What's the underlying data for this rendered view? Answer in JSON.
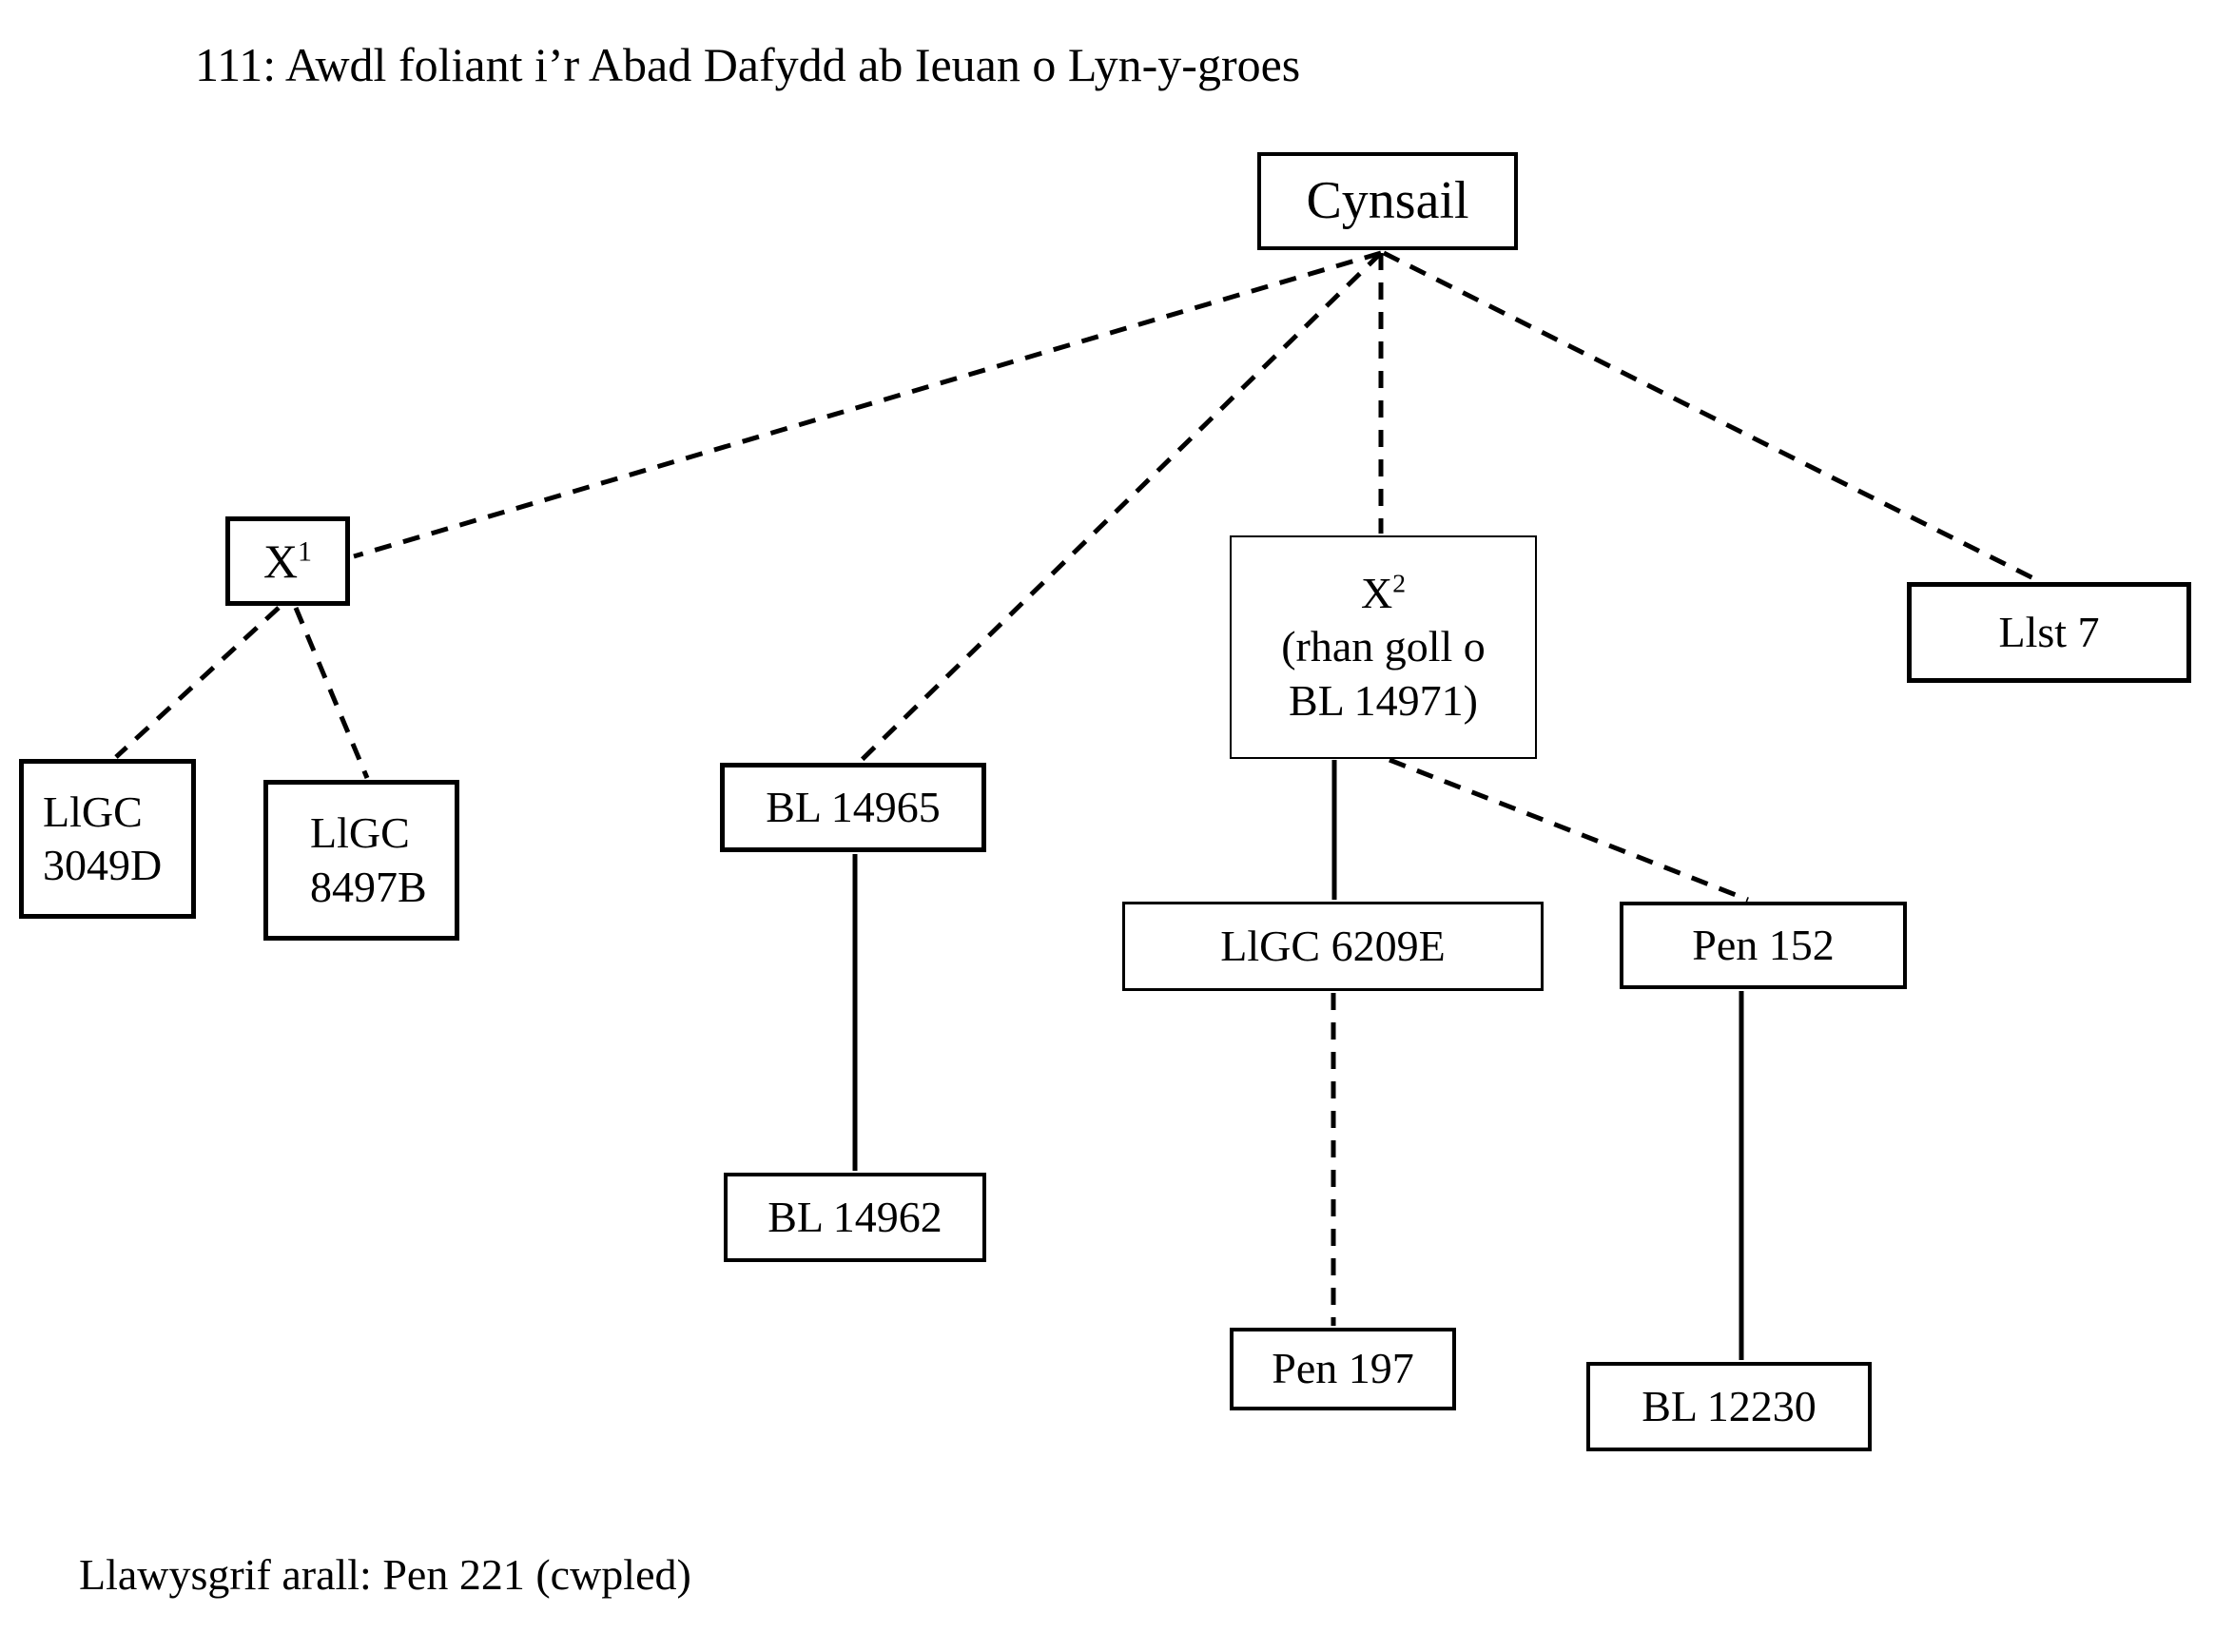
{
  "title": "111: Awdl foliant i’r Abad Dafydd ab Ieuan o Lyn-y-groes",
  "footer": "Llawysgrif arall: Pen 221 (cwpled)",
  "colors": {
    "ink": "#000000",
    "background": "#ffffff"
  },
  "nodes": {
    "cynsail": {
      "label": "Cynsail"
    },
    "x1": {
      "base": "X",
      "sup": "1"
    },
    "x2": {
      "base": "X",
      "sup": "2",
      "line2": "(rhan goll o",
      "line3": "BL 14971)"
    },
    "llst7": {
      "label": "Llst 7"
    },
    "llgc3049d": {
      "line1": "LlGC",
      "line2": "3049D"
    },
    "llgc8497b": {
      "line1": "LlGC",
      "line2": "8497B"
    },
    "bl14965": {
      "label": "BL 14965"
    },
    "bl14962": {
      "label": "BL 14962"
    },
    "llgc6209e": {
      "label": "LlGC 6209E"
    },
    "pen152": {
      "label": "Pen 152"
    },
    "pen197": {
      "label": "Pen 197"
    },
    "bl12230": {
      "label": "BL 12230"
    }
  },
  "edges": [
    {
      "from": "Cynsail",
      "to": "X1",
      "style": "dashed"
    },
    {
      "from": "Cynsail",
      "to": "BL 14965",
      "style": "dashed"
    },
    {
      "from": "Cynsail",
      "to": "X2",
      "style": "dashed"
    },
    {
      "from": "Cynsail",
      "to": "Llst 7",
      "style": "dashed"
    },
    {
      "from": "X1",
      "to": "LlGC 3049D",
      "style": "dashed"
    },
    {
      "from": "X1",
      "to": "LlGC 8497B",
      "style": "dashed"
    },
    {
      "from": "X2",
      "to": "LlGC 6209E",
      "style": "solid"
    },
    {
      "from": "X2",
      "to": "Pen 152",
      "style": "dashed"
    },
    {
      "from": "BL 14965",
      "to": "BL 14962",
      "style": "solid"
    },
    {
      "from": "LlGC 6209E",
      "to": "Pen 197",
      "style": "dashed"
    },
    {
      "from": "Pen 152",
      "to": "BL 12230",
      "style": "solid"
    }
  ]
}
